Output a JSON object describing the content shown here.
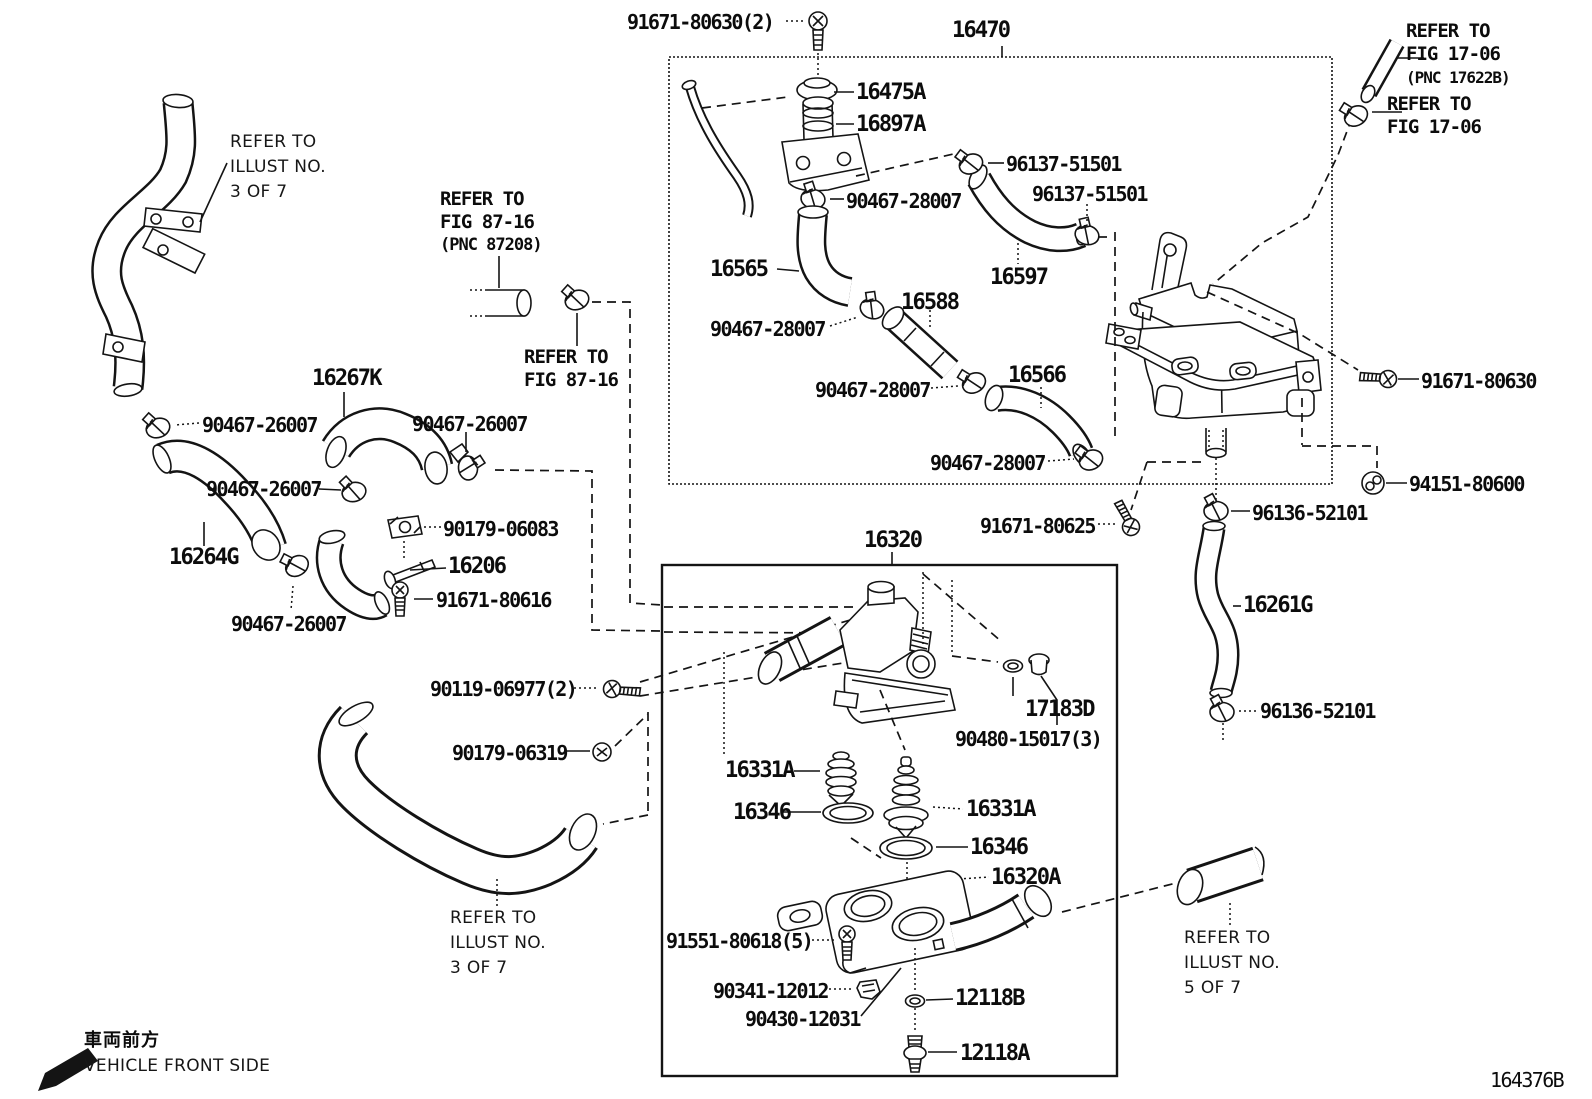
{
  "drawing": {
    "code": "164376B",
    "assembly_boxes": {
      "radiator_hose_group": "16470",
      "water_inlet_group": "16320"
    },
    "front_marker": {
      "jp": "車両前方",
      "en": "VEHICLE FRONT SIDE"
    }
  },
  "parts": {
    "p01": "91671-80630(2)",
    "p02": "16470",
    "p03": "16475A",
    "p04": "16897A",
    "p05": "90467-28007",
    "p06": "96137-51501",
    "p07": "96137-51501",
    "p08": "16565",
    "p09": "16597",
    "p10": "16588",
    "p11": "90467-28007",
    "p12": "90467-28007",
    "p13": "16566",
    "p14": "90467-28007",
    "p15": "91671-80630",
    "p16": "94151-80600",
    "p17": "96136-52101",
    "p18": "91671-80625",
    "p19": "16261G",
    "p20": "96136-52101",
    "p21": "16320",
    "p22": "17183D",
    "p23": "90480-15017(3)",
    "p24": "90119-06977(2)",
    "p25": "90179-06319",
    "p26": "16331A",
    "p27": "16346",
    "p28": "16331A",
    "p29": "16346",
    "p30": "16320A",
    "p31": "91551-80618(5)",
    "p32": "90341-12012",
    "p33": "90430-12031",
    "p34": "12118B",
    "p35": "12118A",
    "p36": "16267K",
    "p37": "90467-26007",
    "p38": "90467-26007",
    "p39": "90467-26007",
    "p40": "16264G",
    "p41": "90179-06083",
    "p42": "16206",
    "p43": "91671-80616",
    "p44": "90467-26007"
  },
  "notes": {
    "n1": {
      "lines": [
        "REFER TO",
        "ILLUST NO.",
        "3 OF 7"
      ]
    },
    "n2": {
      "lines": [
        "REFER TO",
        "FIG 87-16",
        "(PNC 87208)"
      ]
    },
    "n3": {
      "lines": [
        "REFER TO",
        "FIG 87-16"
      ]
    },
    "n4": {
      "lines": [
        "REFER TO",
        "FIG 17-06",
        "(PNC 17622B)"
      ]
    },
    "n5": {
      "lines": [
        "REFER TO",
        "FIG 17-06"
      ]
    },
    "n6": {
      "lines": [
        "REFER TO",
        "ILLUST NO.",
        "3 OF 7"
      ]
    },
    "n7": {
      "lines": [
        "REFER TO",
        "ILLUST NO.",
        "5 OF 7"
      ]
    }
  },
  "icons": {
    "hose_clamp": "worm-gear-clamp ring",
    "bolt": "hex-head bolt with threads",
    "nut": "push nut",
    "wing_nut": "wing nut",
    "clip_nut": "clip nut plate",
    "gasket": "ring gasket",
    "thermostat": "thermostat coil",
    "front_arrow": "solid arrow pointing front-left"
  },
  "colors": {
    "line": "#141414",
    "background": "#ffffff"
  }
}
